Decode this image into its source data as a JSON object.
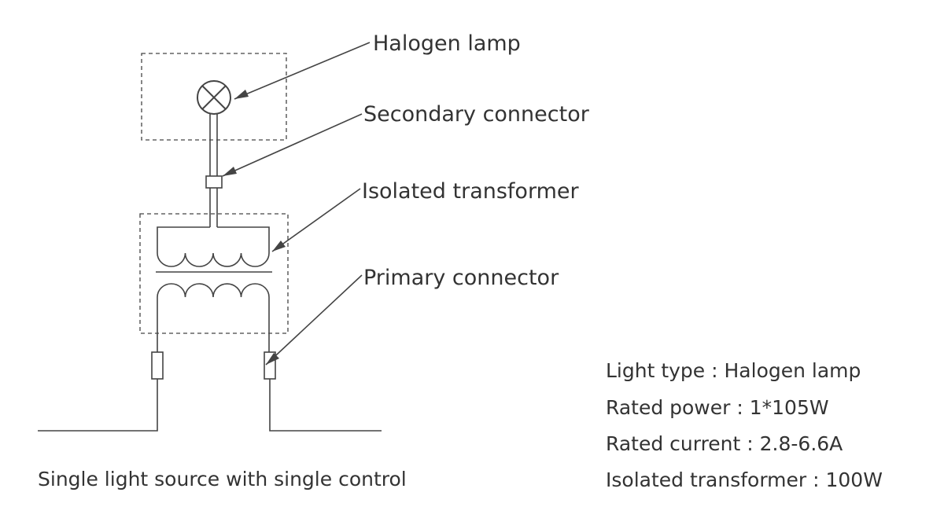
{
  "labels": {
    "halogen_lamp": "Halogen lamp",
    "secondary_connector": "Secondary connector",
    "isolated_transformer": "Isolated transformer",
    "primary_connector": "Primary connector"
  },
  "specs": {
    "light_type": "Light type : Halogen lamp",
    "rated_power": "Rated power : 1*105W",
    "rated_current": "Rated current : 2.8-6.6A",
    "isolated_transformer": "Isolated transformer : 100W"
  },
  "caption": "Single light source with single control",
  "colors": {
    "line": "#444444",
    "text": "#333333"
  }
}
